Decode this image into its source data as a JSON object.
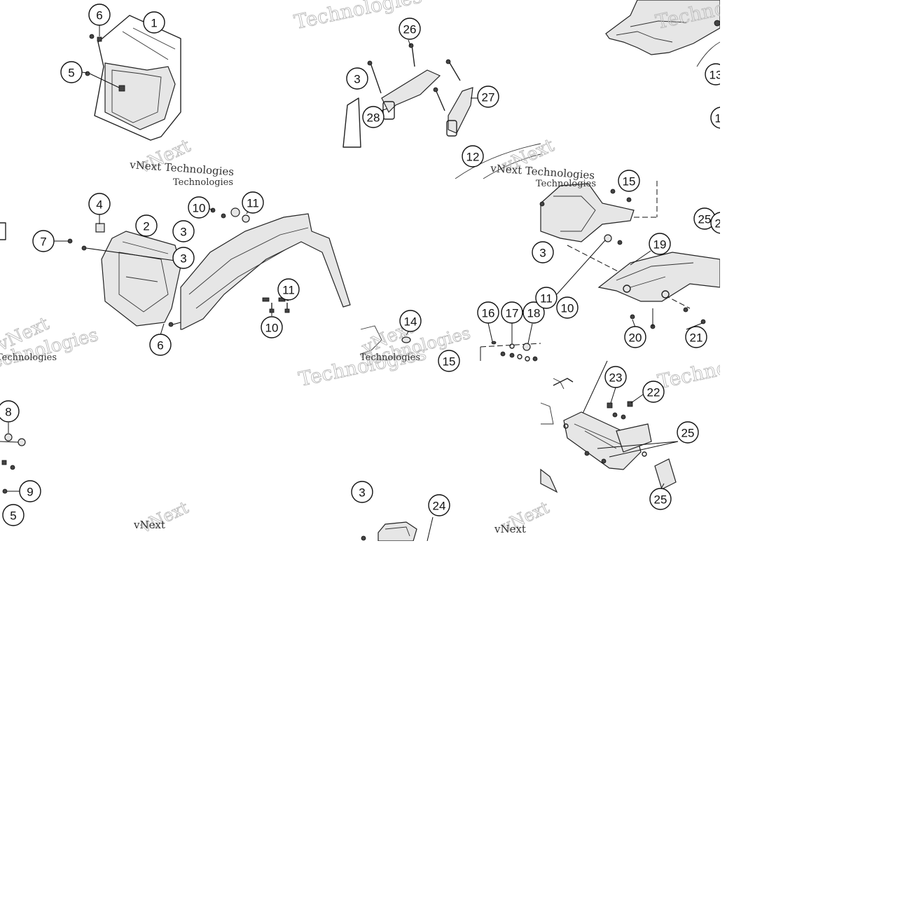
{
  "watermarks": {
    "full": "vNext Technologies",
    "vnext": "vNext",
    "tech": "Technologies"
  },
  "callouts": [
    "1",
    "2",
    "3",
    "4",
    "5",
    "6",
    "7",
    "8",
    "9",
    "10",
    "11",
    "12",
    "13",
    "14",
    "15",
    "16",
    "17",
    "18",
    "19",
    "20",
    "21",
    "22",
    "23",
    "24",
    "25",
    "26",
    "27",
    "28"
  ],
  "colors": {
    "line": "#111111",
    "background": "#ffffff",
    "watermark": "#bbbbbb"
  }
}
